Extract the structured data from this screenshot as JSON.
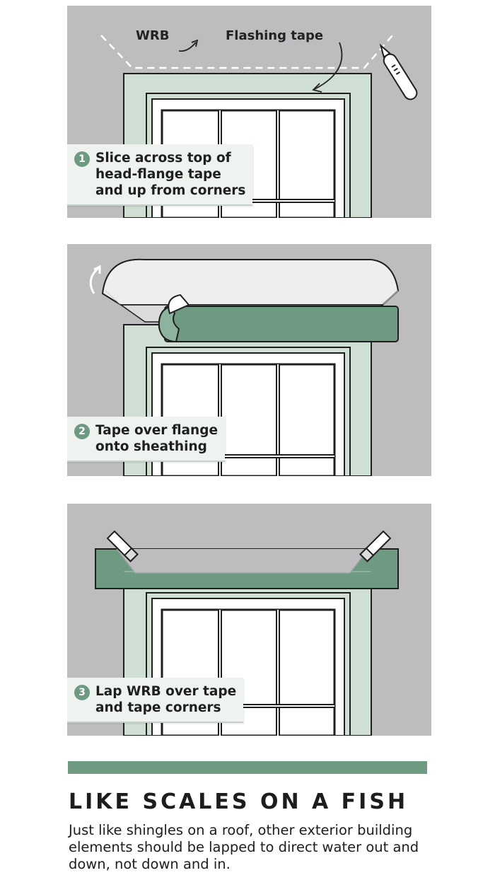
{
  "colors": {
    "wall": "#bdbdbf",
    "trim": "#cfdfd3",
    "tape": "#6e9a82",
    "window": "#ffffff",
    "outline": "#1f1f1f",
    "callout_bg": "#eef3ef",
    "badge": "#6e9a82"
  },
  "panel1": {
    "label_wrb": "WRB",
    "label_flashing_tape": "Flashing tape",
    "step_number": "1",
    "step_text": "Slice across top of\nhead-flange tape\nand up from corners"
  },
  "panel2": {
    "step_number": "2",
    "step_text": "Tape over flange\nonto sheathing"
  },
  "panel3": {
    "step_number": "3",
    "step_text": "Lap WRB over tape\nand tape corners"
  },
  "footer": {
    "heading": "LIKE SCALES ON A FISH",
    "body": "Just like shingles on a roof, other exterior building elements should be lapped to direct water out and down, not down and in."
  }
}
